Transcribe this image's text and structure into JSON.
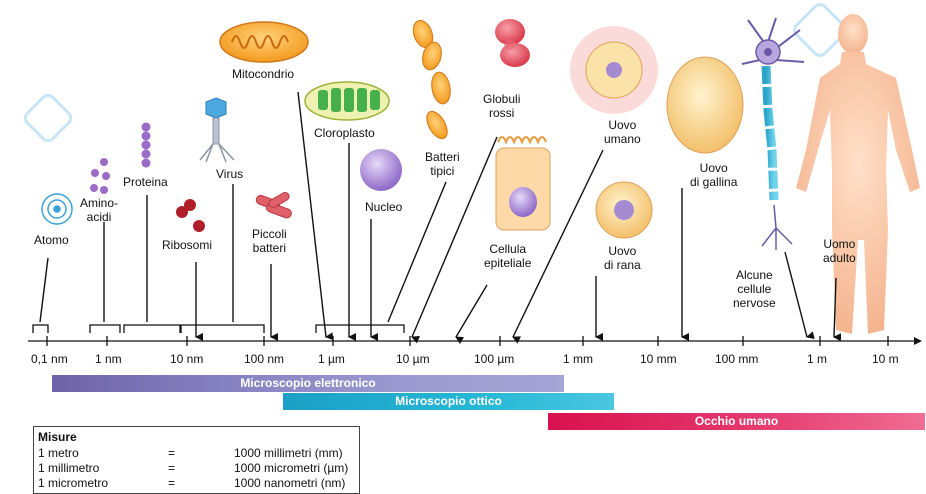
{
  "labels": {
    "atomo": "Atomo",
    "aminoacidi": "Amino-\nacidi",
    "proteina": "Proteina",
    "ribosomi": "Ribosomi",
    "virus": "Virus",
    "piccoli_batteri": "Piccoli\nbatteri",
    "mitocondrio": "Mitocondrio",
    "cloroplasto": "Cloroplasto",
    "nucleo": "Nucleo",
    "batteri_tipici": "Batteri\ntipici",
    "globuli_rossi": "Globuli\nrossi",
    "cellula_epiteliale": "Cellula\nepiteliale",
    "uovo_umano": "Uovo\numano",
    "uovo_rana": "Uovo\ndi rana",
    "uovo_gallina": "Uovo\ndi gallina",
    "cellule_nervose": "Alcune\ncellule\nnervose",
    "uomo_adulto": "Uomo\nadulto"
  },
  "scale_ticks": [
    "0,1 nm",
    "1 nm",
    "10 nm",
    "100 nm",
    "1 µm",
    "10 µm",
    "100 µm",
    "1 mm",
    "10 mm",
    "100 mm",
    "1 m",
    "10 m"
  ],
  "ranges": {
    "microscopio_elettronico": "Microscopio elettronico",
    "microscopio_ottico": "Microscopio ottico",
    "occhio_umano": "Occhio umano"
  },
  "colors": {
    "electron": "#7f78bb",
    "optical": "#22b0d2",
    "eye": "#e1285e"
  },
  "measures": {
    "title": "Misure",
    "rows": [
      {
        "unit": "1 metro",
        "eq": "=",
        "value": "1000 millimetri (mm)"
      },
      {
        "unit": "1 millimetro",
        "eq": "=",
        "value": "1000 micrometri (µm)"
      },
      {
        "unit": "1 micrometro",
        "eq": "=",
        "value": "1000 nanometri (nm)"
      }
    ]
  }
}
